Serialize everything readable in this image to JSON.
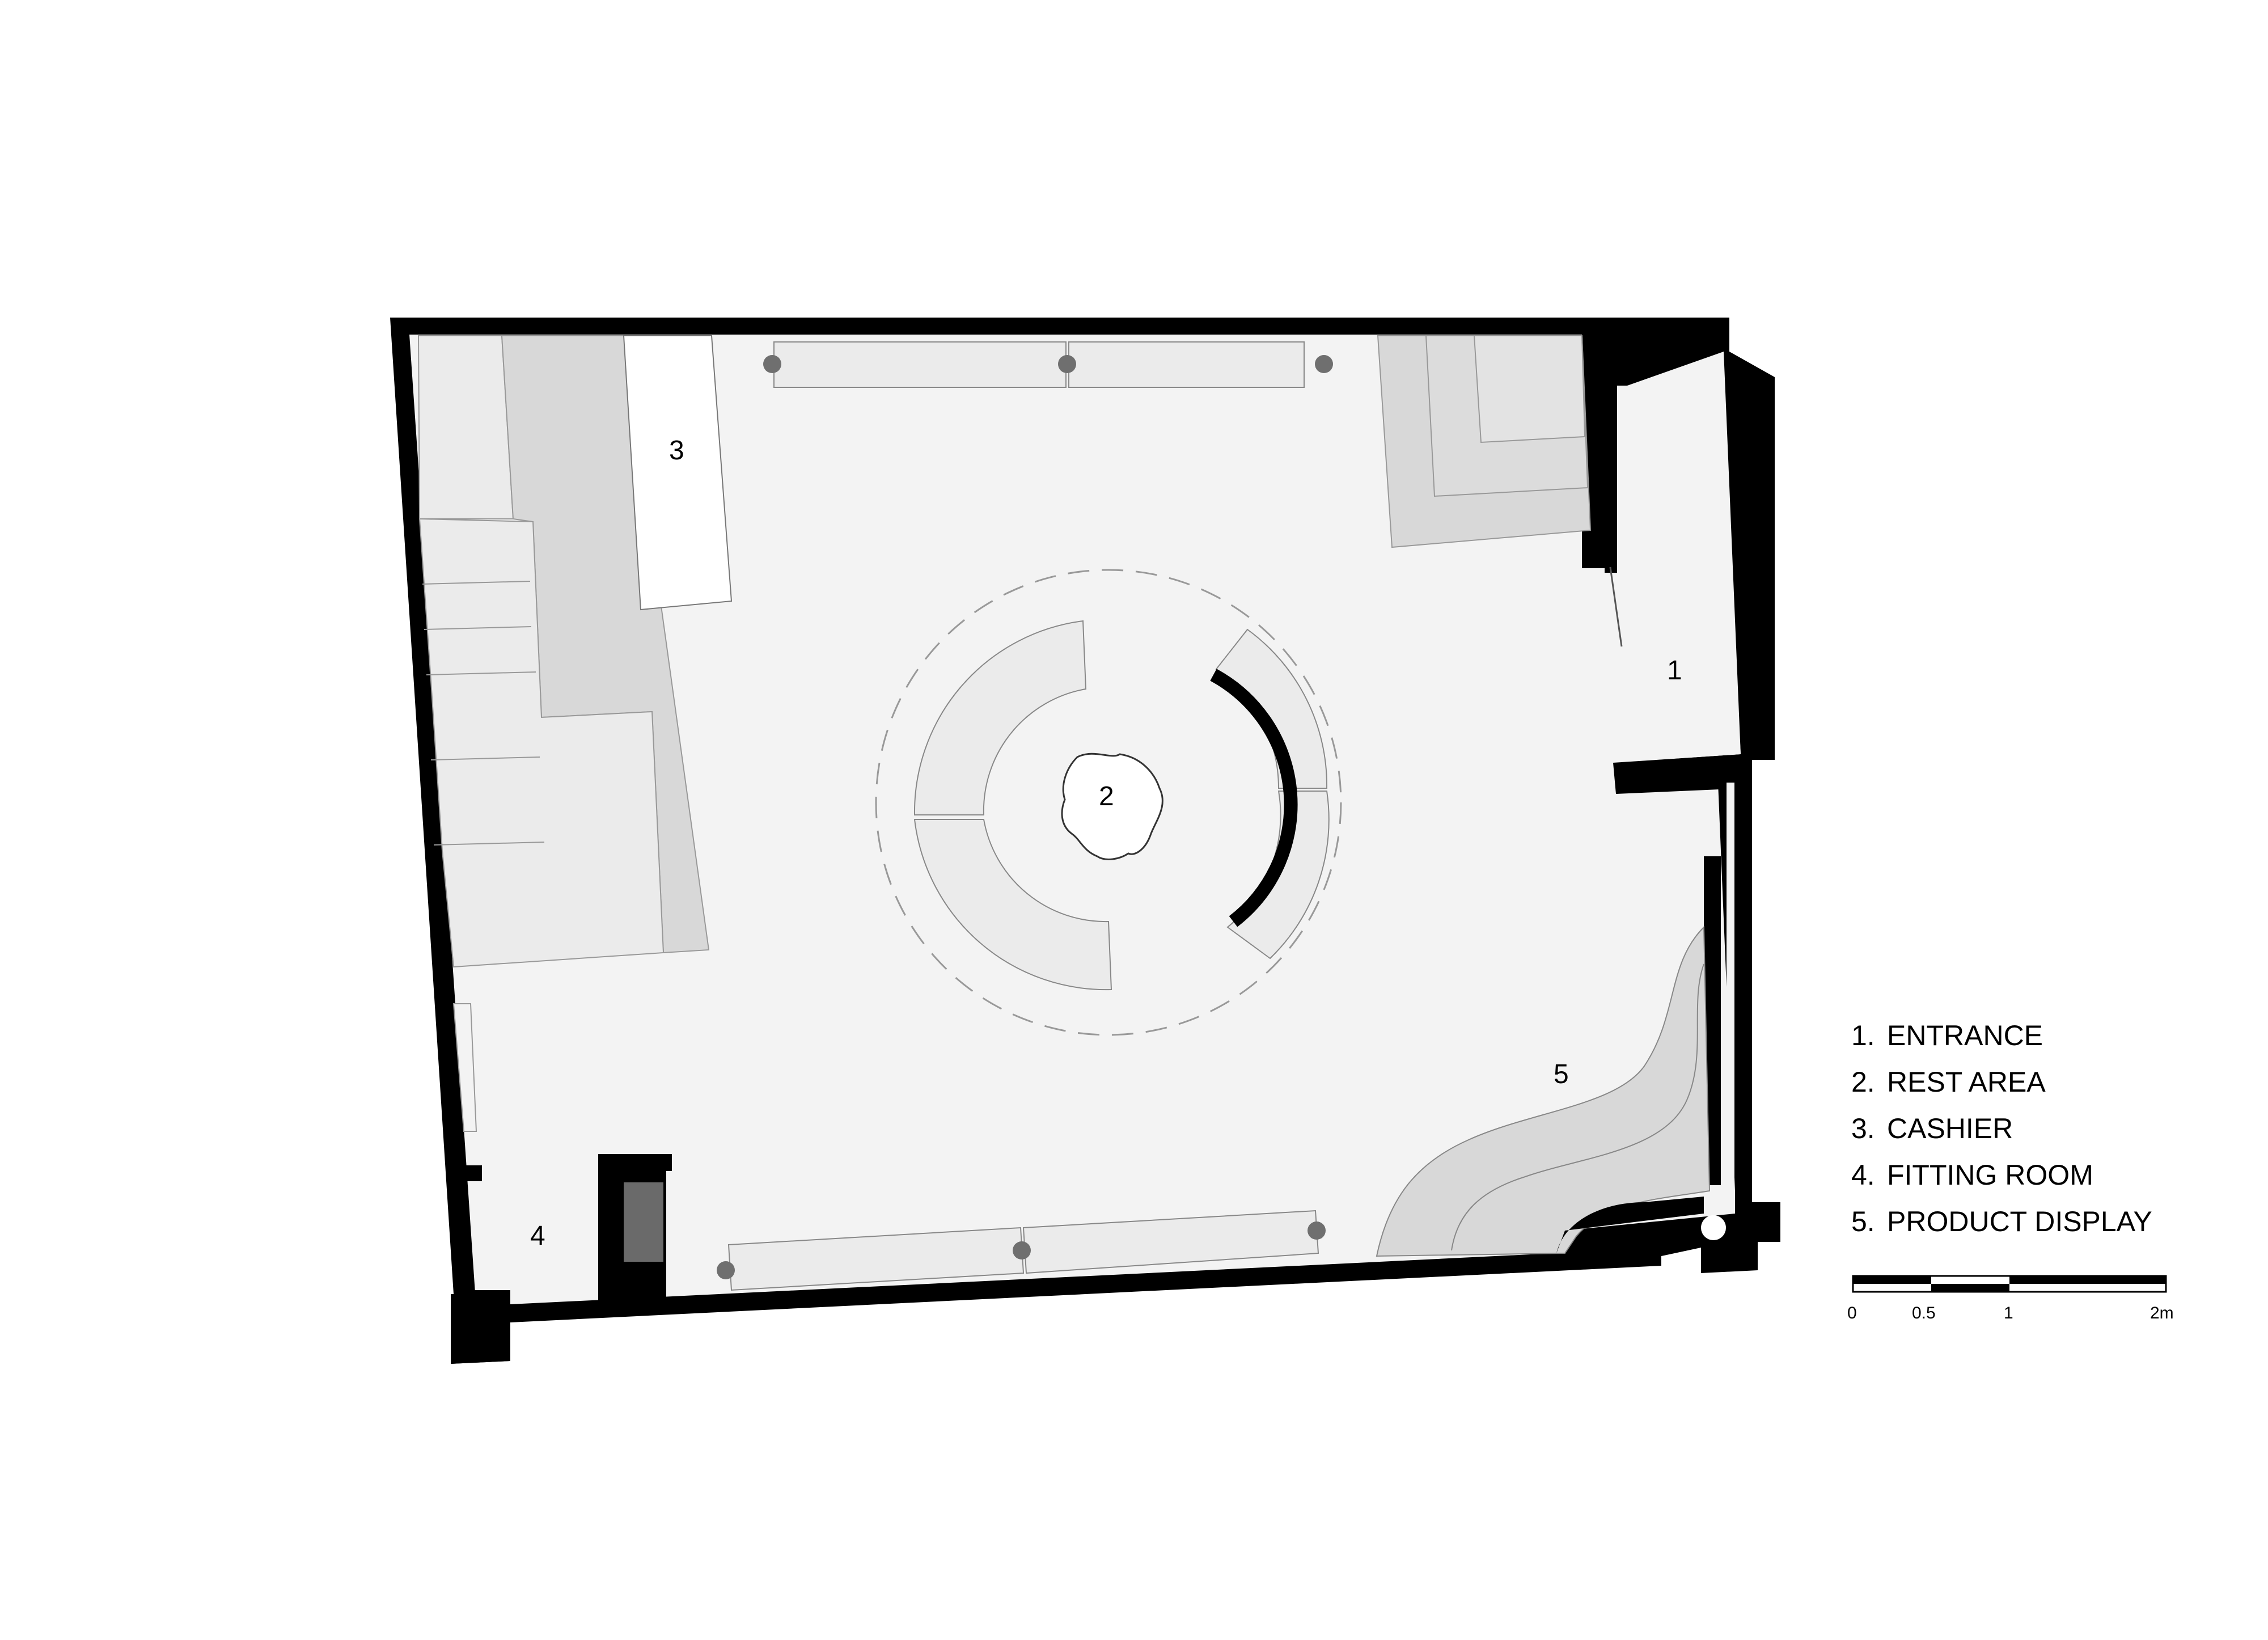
{
  "room_labels": {
    "entrance": "1",
    "rest_area": "2",
    "cashier": "3",
    "fitting_room": "4",
    "product_display": "5"
  },
  "legend": [
    {
      "num": "1.",
      "text": "ENTRANCE"
    },
    {
      "num": "2.",
      "text": "REST AREA"
    },
    {
      "num": "3.",
      "text": "CASHIER"
    },
    {
      "num": "4.",
      "text": "FITTING ROOM"
    },
    {
      "num": "5.",
      "text": "PRODUCT DISPLAY"
    }
  ],
  "scale_bar": {
    "ticks": [
      "0",
      "0.5",
      "1",
      "2m"
    ]
  },
  "colors": {
    "wall": "#000000",
    "floor": "#f3f3f3",
    "furniture_light": "#ebebeb",
    "furniture_mid": "#d8d8d8",
    "stool": "#6f6f6f",
    "fitting_block": "#6a6a6a"
  }
}
